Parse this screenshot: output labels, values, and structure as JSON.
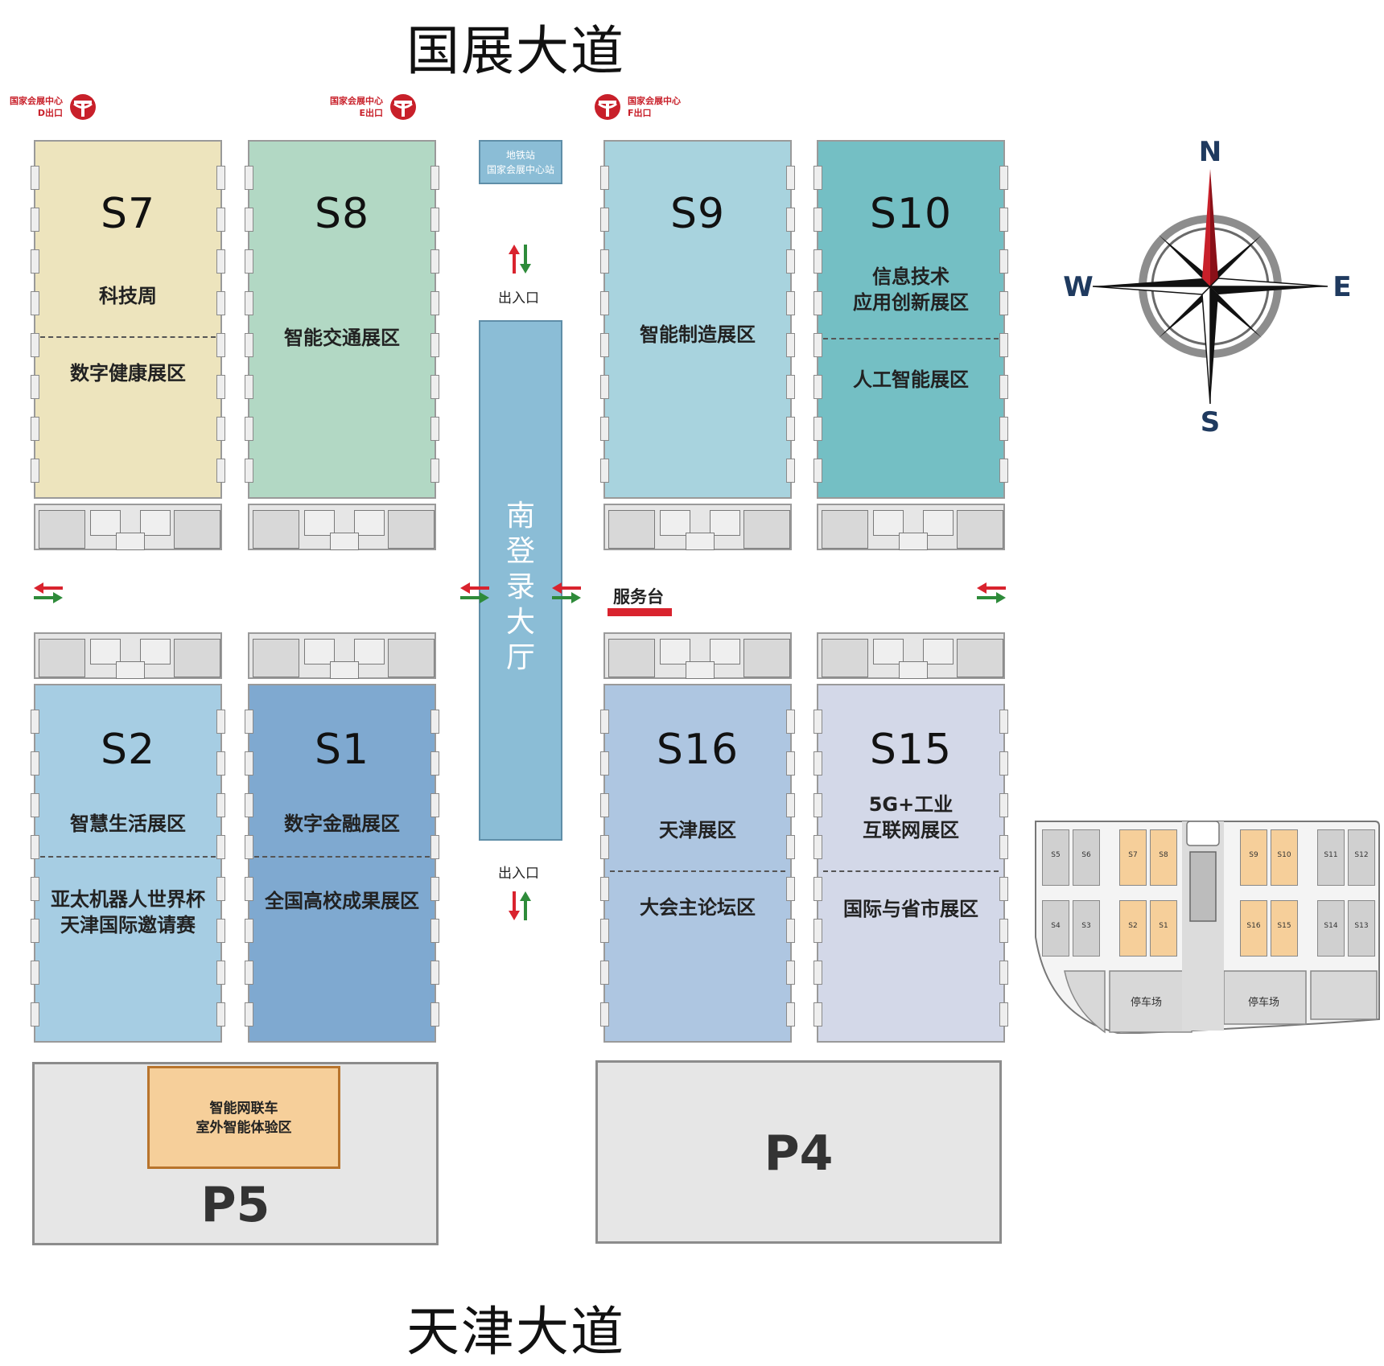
{
  "roads": {
    "north": "国展大道",
    "south": "天津大道"
  },
  "exits": [
    {
      "line1": "国家会展中心",
      "line2": "D出口"
    },
    {
      "line1": "国家会展中心",
      "line2": "E出口"
    },
    {
      "line1": "国家会展中心",
      "line2": "F出口"
    }
  ],
  "metro": {
    "line1": "地铁站",
    "line2": "国家会展中心站"
  },
  "entrance_label": "出入口",
  "lobby": {
    "chars": [
      "南",
      "登",
      "录",
      "大",
      "厅"
    ]
  },
  "service_desk": {
    "label": "服务台",
    "color": "#d9232e"
  },
  "halls": [
    {
      "code": "S7",
      "zones": [
        "科技周",
        "数字健康展区"
      ],
      "color": "#ede4bd"
    },
    {
      "code": "S8",
      "zones": [
        "智能交通展区"
      ],
      "color": "#b2d8c4"
    },
    {
      "code": "S9",
      "zones": [
        "智能制造展区"
      ],
      "color": "#a8d3de"
    },
    {
      "code": "S10",
      "zones": [
        "信息技术\n应用创新展区",
        "人工智能展区"
      ],
      "zone1_lines": [
        "信息技术",
        "应用创新展区"
      ],
      "color": "#74bfc4"
    },
    {
      "code": "S2",
      "zones": [
        "智慧生活展区",
        "亚太机器人世界杯\n天津国际邀请赛"
      ],
      "zone2_lines": [
        "亚太机器人世界杯",
        "天津国际邀请赛"
      ],
      "color": "#a6cde3"
    },
    {
      "code": "S1",
      "zones": [
        "数字金融展区",
        "全国高校成果展区"
      ],
      "color": "#7fa9d0"
    },
    {
      "code": "S16",
      "zones": [
        "天津展区",
        "大会主论坛区"
      ],
      "color": "#aec6e1"
    },
    {
      "code": "S15",
      "zones": [
        "5G+工业\n互联网展区",
        "国际与省市展区"
      ],
      "zone1_lines": [
        "5G+工业",
        "互联网展区"
      ],
      "color": "#d3d8e8"
    }
  ],
  "parking": [
    {
      "code": "P5",
      "inner": [
        "智能网联车",
        "室外智能体验区"
      ],
      "inner_color": "#f6cf9a"
    },
    {
      "code": "P4"
    }
  ],
  "compass": {
    "n": "N",
    "s": "S",
    "e": "E",
    "w": "W"
  },
  "minimap": {
    "top_row": [
      "S5",
      "S6",
      "S7",
      "S8",
      "S9",
      "S10",
      "S11",
      "S12"
    ],
    "bottom_row": [
      "S4",
      "S3",
      "S2",
      "S1",
      "S16",
      "S15",
      "S14",
      "S13"
    ],
    "highlight": [
      "S7",
      "S8",
      "S9",
      "S10",
      "S2",
      "S1",
      "S16",
      "S15"
    ],
    "parking": [
      "停车场",
      "停车场"
    ]
  }
}
